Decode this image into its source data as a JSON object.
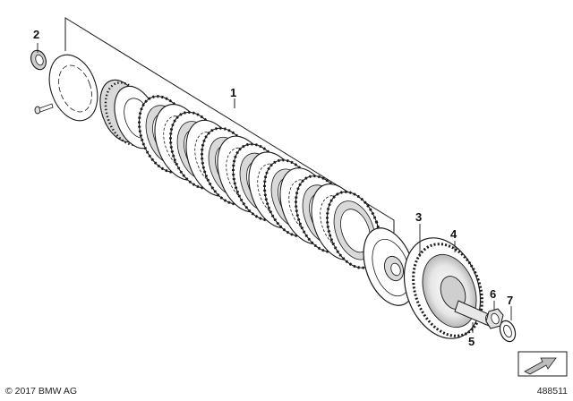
{
  "callouts": [
    {
      "id": "1",
      "label": "1"
    },
    {
      "id": "2",
      "label": "2"
    },
    {
      "id": "3",
      "label": "3"
    },
    {
      "id": "4",
      "label": "4"
    },
    {
      "id": "5",
      "label": "5"
    },
    {
      "id": "6",
      "label": "6"
    },
    {
      "id": "7",
      "label": "7"
    }
  ],
  "footer": {
    "copyright": "© 2017 BMW AG",
    "diagram_number": "488511"
  },
  "colors": {
    "line": "#1a1a1a",
    "fill": "#ffffff",
    "shade": "#d9d9d9",
    "dark": "#9a9a9a"
  },
  "icons": {
    "orientation": "direction-arrow-icon"
  }
}
